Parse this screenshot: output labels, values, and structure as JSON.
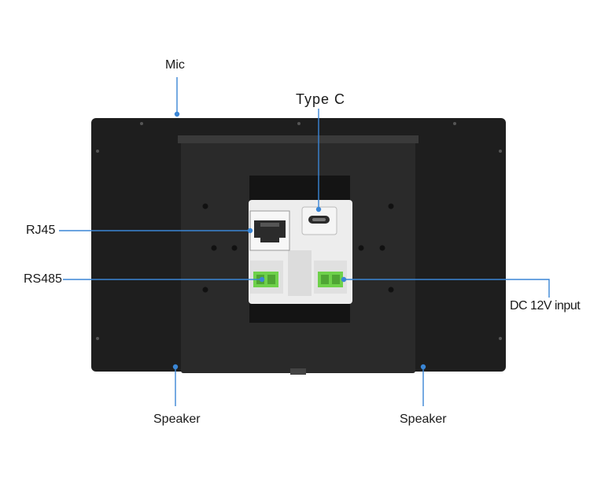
{
  "labels": {
    "mic": "Mic",
    "type_c": "Type C",
    "rj45": "RJ45",
    "rs485": "RS485",
    "dc_input": "DC 12V input",
    "speaker_left": "Speaker",
    "speaker_right": "Speaker"
  },
  "colors": {
    "leader_line": "#3a86d6",
    "panel": "#1e1e1e",
    "bracket": "#262626",
    "module": "#e9e9e9",
    "terminal": "#6ed14a"
  }
}
